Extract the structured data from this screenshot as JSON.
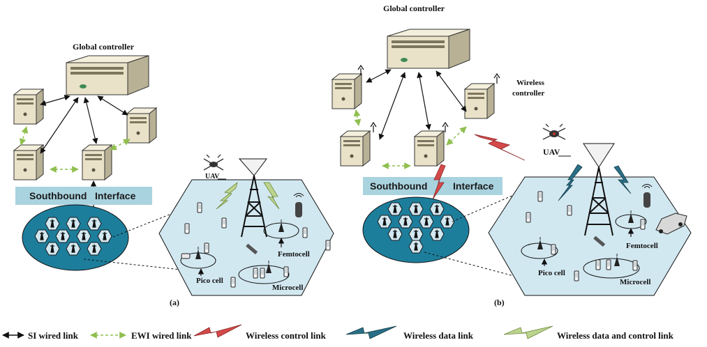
{
  "panel_a": {
    "global_controller": "Global controller",
    "southbound": "Southbound",
    "interface": "Interface",
    "uav": "UAV",
    "femtocell": "Femtocell",
    "pico_cell": "Pico cell",
    "microcell": "Microcell",
    "caption": "(a)"
  },
  "panel_b": {
    "global_controller": "Global controller",
    "wireless_controller_line1": "Wireless",
    "wireless_controller_line2": "controller",
    "southbound": "Southbound",
    "interface": "Interface",
    "uav": "UAV",
    "femtocell": "Femtocell",
    "pico_cell": "Pico cell",
    "microcell": "Microcell",
    "caption": "(b)"
  },
  "legend": {
    "si_wired": "SI wired link",
    "ewi_wired": "EWI wired link",
    "wireless_control": "Wireless control link",
    "wireless_data": "Wireless data link",
    "wireless_data_control": "Wireless data and control link"
  },
  "colors": {
    "southbound_bar": "#a9d3df",
    "cell_ellipse": "#1d7e9c",
    "hexagon_fill": "#d2e8f1",
    "ewi_arrow": "#8fbf4f",
    "wireless_control": "#d44a4a",
    "wireless_data": "#2a6f86",
    "wireless_data_control": "#bcd48f",
    "server_body": "#e9e2c8"
  }
}
